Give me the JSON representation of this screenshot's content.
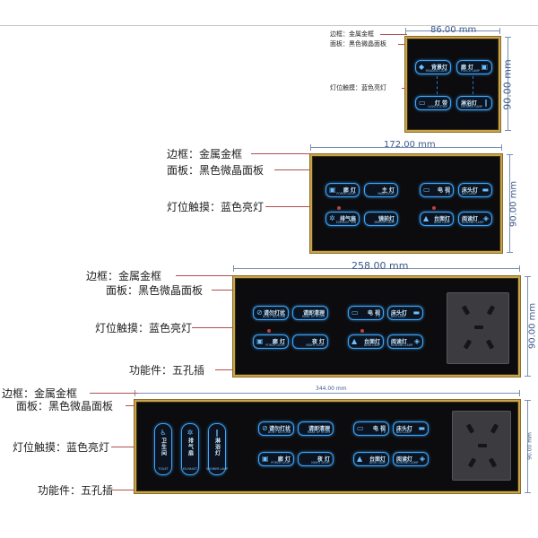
{
  "labels": {
    "frame": "边框：金属金框",
    "panel": "面板：黑色微晶面板",
    "touch": "灯位触摸：蓝色亮灯",
    "function": "功能件：五孔插"
  },
  "dims": {
    "w1": "86.00 mm",
    "w2": "172.00 mm",
    "w3": "258.00 mm",
    "w4": "344.00 mm",
    "h": "90.00 mm"
  },
  "keys": {
    "reading": {
      "cn": "背景灯",
      "en": "READING LAMP"
    },
    "porch": {
      "cn": "廊 灯",
      "en": "PORCH LAMP"
    },
    "porch2": {
      "cn": "廊 灯",
      "en": "PORCH LIGHT"
    },
    "main": {
      "cn": "主 灯",
      "en": "MAIN LIGHT"
    },
    "strip": {
      "cn": "灯 带",
      "en": "LIGHTS STRIP"
    },
    "shower": {
      "cn": "淋浴灯",
      "en": "SHOWER LAMP"
    },
    "tv": {
      "cn": "电 视",
      "en": "T V"
    },
    "bed": {
      "cn": "床头灯",
      "en": "BED LAMP"
    },
    "exhaust": {
      "cn": "排气扇",
      "en": "EXHAUST FAN"
    },
    "mirror": {
      "cn": "镜前灯",
      "en": "MIRROR LAMP"
    },
    "desk": {
      "cn": "台面灯",
      "en": "DESK LAMP"
    },
    "readlamp": {
      "cn": "阅读灯",
      "en": "READING LAMP"
    },
    "dnd": {
      "cn": "请勿打扰",
      "en": "DON'T DISTURB"
    },
    "clean": {
      "cn": "请即清理",
      "en": "MAKE UP ROOM"
    },
    "night": {
      "cn": "夜 灯",
      "en": "NIGHT LIGHT"
    },
    "toilet": {
      "cn": "卫生间",
      "en": "TOILET"
    },
    "fan": {
      "cn": "排气扇",
      "en": "EX.HAUST"
    },
    "bath": {
      "cn": "淋浴灯",
      "en": "SHOWER LAMP"
    }
  },
  "icons": {
    "lamp": "lamp-icon",
    "bulb": "bulb-icon",
    "tv": "tv-icon",
    "bed": "bed-icon",
    "fan": "fan-icon",
    "noentry": "do-not-disturb-icon",
    "broom": "broom-icon"
  },
  "colors": {
    "frame": "#c9a44c",
    "panel": "#0c0c0e",
    "glow": "#3aa6ff",
    "socket": "#3c3c40",
    "leader": "#b05050",
    "dimension": "#3c5a8c"
  }
}
